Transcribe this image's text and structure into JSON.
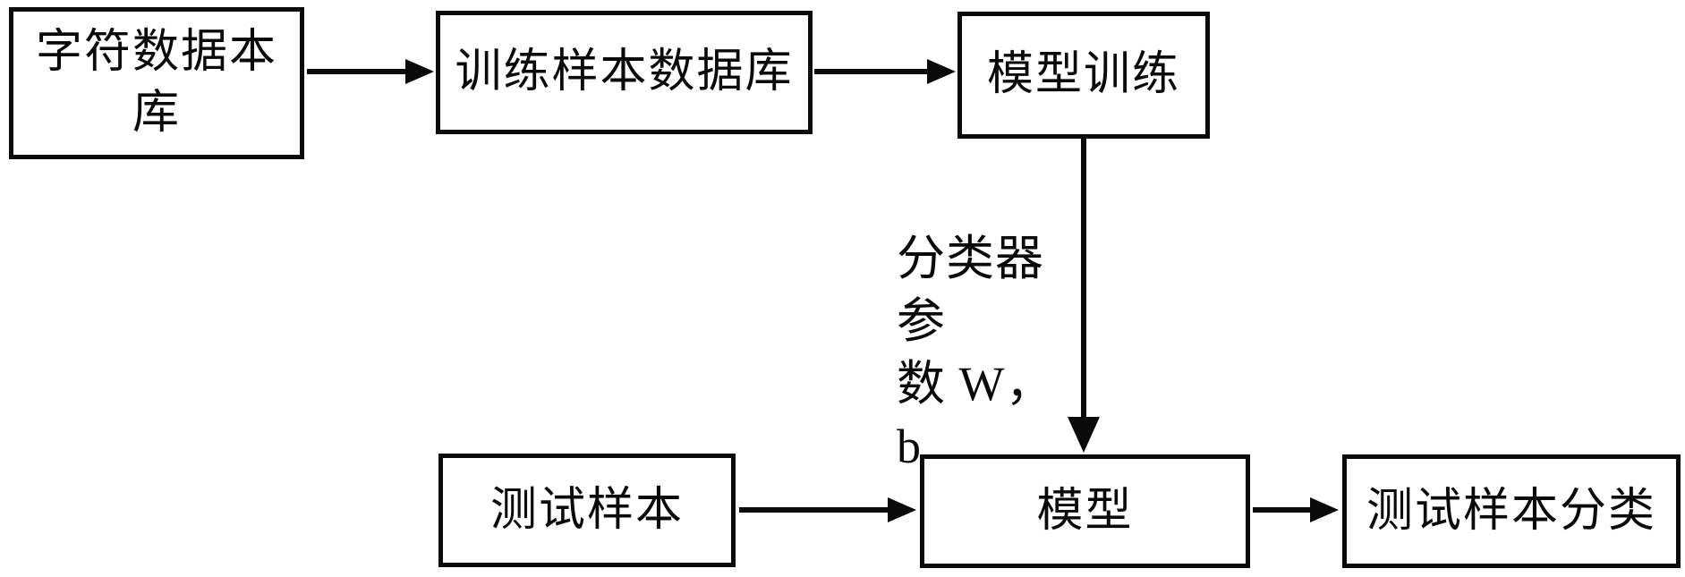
{
  "page": {
    "background_color": "#ffffff",
    "ink_color": "#0a0a0a",
    "type": "flowchart"
  },
  "nodes": [
    {
      "id": "character-database",
      "label": "字符数据本\n库"
    },
    {
      "id": "training-sample-database",
      "label": "训练样本数据库"
    },
    {
      "id": "model-training",
      "label": "模型训练"
    },
    {
      "id": "test-sample",
      "label": "测试样本"
    },
    {
      "id": "model",
      "label": "模型"
    },
    {
      "id": "test-sample-classification",
      "label": "测试样本分类"
    }
  ],
  "edges": [
    {
      "from": "character-database",
      "to": "training-sample-database",
      "label": ""
    },
    {
      "from": "training-sample-database",
      "to": "model-training",
      "label": ""
    },
    {
      "from": "model-training",
      "to": "model",
      "label": "分类器参\n数 W， b"
    },
    {
      "from": "test-sample",
      "to": "model",
      "label": ""
    },
    {
      "from": "model",
      "to": "test-sample-classification",
      "label": ""
    }
  ]
}
